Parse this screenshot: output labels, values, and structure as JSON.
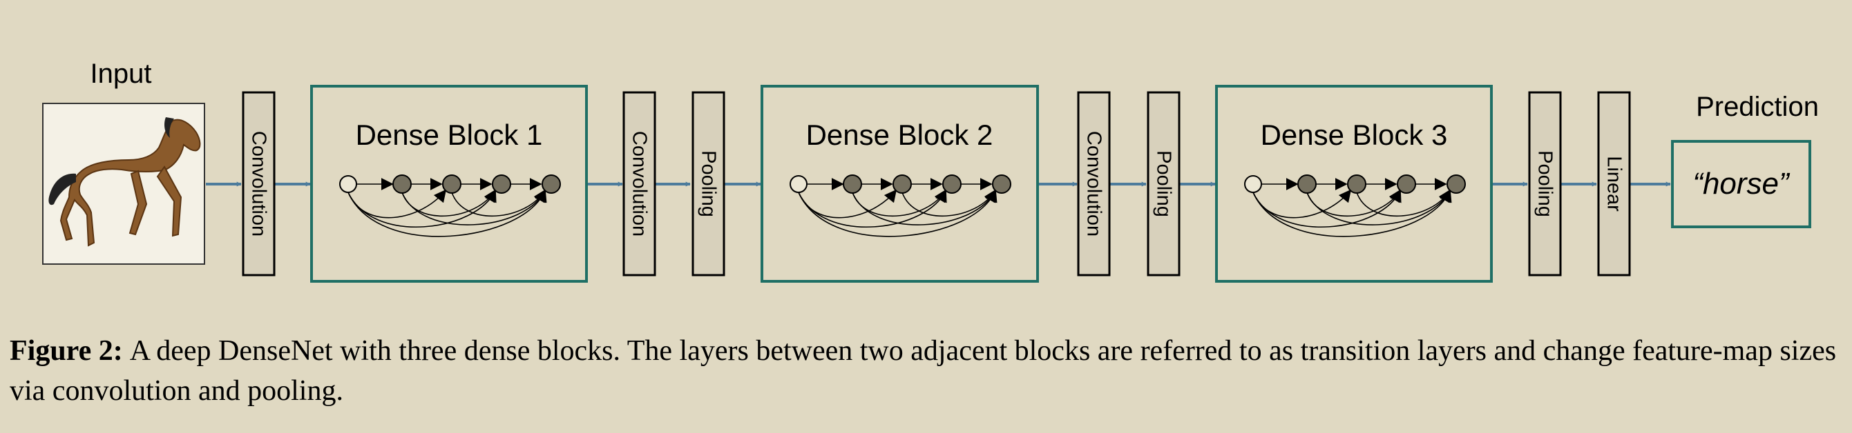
{
  "input_label": "Input",
  "input_image": "horse-photo",
  "prediction_label": "Prediction",
  "prediction_value": "“horse”",
  "layers": {
    "conv": "Convolution",
    "pool": "Pooling",
    "linear": "Linear"
  },
  "blocks": [
    "Dense Block 1",
    "Dense Block 2",
    "Dense Block 3"
  ],
  "caption": {
    "label": "Figure 2:",
    "text": "A deep DenseNet with three dense blocks. The layers between two adjacent blocks are referred to as transition layers and change feature-map sizes via convolution and pooling."
  },
  "colors": {
    "background": "#e0d9c2",
    "block_border": "#1f6f65",
    "layer_fill": "#d8d1bc",
    "arrow": "#4d7c9c",
    "node_fill": "#75705f",
    "input_node_fill": "#ece7d4"
  }
}
